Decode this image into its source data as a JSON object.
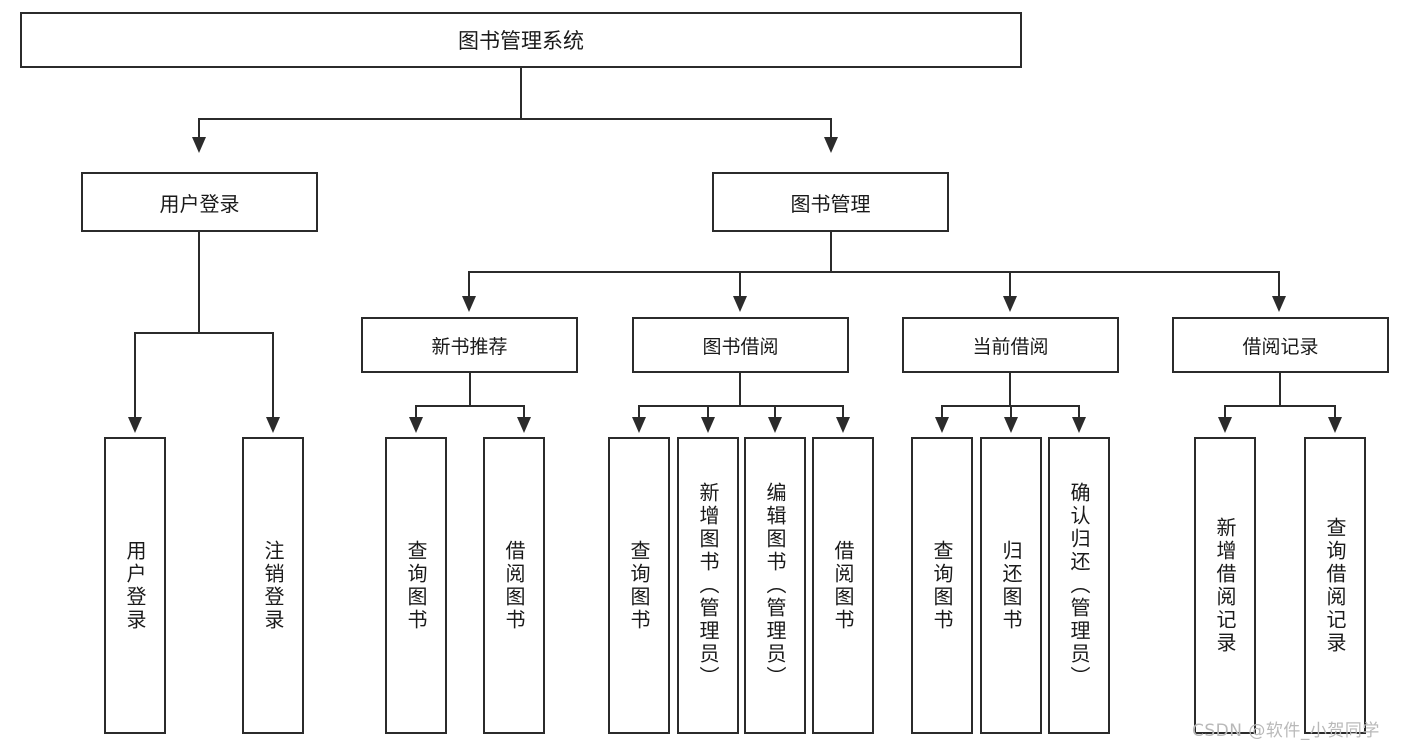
{
  "diagram": {
    "title": "图书管理系统",
    "type": "tree / functional structure chart",
    "root": {
      "label": "图书管理系统"
    },
    "level1": [
      {
        "label": "用户登录"
      },
      {
        "label": "图书管理"
      }
    ],
    "level2": [
      {
        "label": "新书推荐"
      },
      {
        "label": "图书借阅"
      },
      {
        "label": "当前借阅"
      },
      {
        "label": "借阅记录"
      }
    ],
    "leaves": {
      "user_login": [
        {
          "label": "用户登录"
        },
        {
          "label": "注销登录"
        }
      ],
      "new_book_recommend": [
        {
          "label": "查询图书"
        },
        {
          "label": "借阅图书"
        }
      ],
      "book_borrow": [
        {
          "label": "查询图书"
        },
        {
          "label": "新增图书（管理员）"
        },
        {
          "label": "编辑图书（管理员）"
        },
        {
          "label": "借阅图书"
        }
      ],
      "current_borrow": [
        {
          "label": "查询图书"
        },
        {
          "label": "归还图书"
        },
        {
          "label": "确认归还（管理员）"
        }
      ],
      "borrow_record": [
        {
          "label": "新增借阅记录"
        },
        {
          "label": "查询借阅记录"
        }
      ]
    }
  },
  "watermark": {
    "text": "CSDN @软件_小贺同学"
  },
  "colors": {
    "stroke": "#2b2b2b",
    "background": "#ffffff",
    "text": "#1a1a1a",
    "watermark": "#b9b9b9"
  }
}
